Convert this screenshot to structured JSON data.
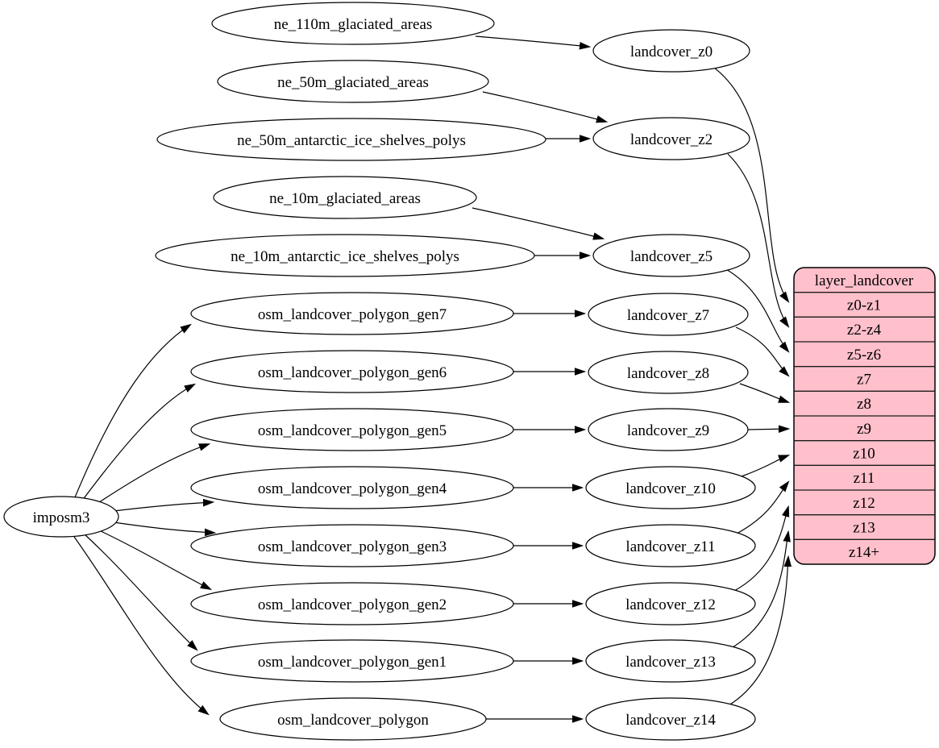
{
  "tool": {
    "label": "imposm3"
  },
  "sources": [
    "ne_110m_glaciated_areas",
    "ne_50m_glaciated_areas",
    "ne_50m_antarctic_ice_shelves_polys",
    "ne_10m_glaciated_areas",
    "ne_10m_antarctic_ice_shelves_polys",
    "osm_landcover_polygon_gen7",
    "osm_landcover_polygon_gen6",
    "osm_landcover_polygon_gen5",
    "osm_landcover_polygon_gen4",
    "osm_landcover_polygon_gen3",
    "osm_landcover_polygon_gen2",
    "osm_landcover_polygon_gen1",
    "osm_landcover_polygon"
  ],
  "intermediates": [
    "landcover_z0",
    "landcover_z2",
    "landcover_z5",
    "landcover_z7",
    "landcover_z8",
    "landcover_z9",
    "landcover_z10",
    "landcover_z11",
    "landcover_z12",
    "landcover_z13",
    "landcover_z14"
  ],
  "layer_table": {
    "title": "layer_landcover",
    "rows": [
      "z0-z1",
      "z2-z4",
      "z5-z6",
      "z7",
      "z8",
      "z9",
      "z10",
      "z11",
      "z12",
      "z13",
      "z14+"
    ]
  },
  "colors": {
    "layer_fill": "#ffc0cb",
    "node_fill": "#ffffff",
    "stroke": "#000000",
    "background": "#ffffff"
  },
  "edges": [
    {
      "from": "ne_110m_glaciated_areas",
      "to": "landcover_z0"
    },
    {
      "from": "ne_50m_glaciated_areas",
      "to": "landcover_z2"
    },
    {
      "from": "ne_50m_antarctic_ice_shelves_polys",
      "to": "landcover_z2"
    },
    {
      "from": "ne_10m_glaciated_areas",
      "to": "landcover_z5"
    },
    {
      "from": "ne_10m_antarctic_ice_shelves_polys",
      "to": "landcover_z5"
    },
    {
      "from": "osm_landcover_polygon_gen7",
      "to": "landcover_z7"
    },
    {
      "from": "osm_landcover_polygon_gen6",
      "to": "landcover_z8"
    },
    {
      "from": "osm_landcover_polygon_gen5",
      "to": "landcover_z9"
    },
    {
      "from": "osm_landcover_polygon_gen4",
      "to": "landcover_z10"
    },
    {
      "from": "osm_landcover_polygon_gen3",
      "to": "landcover_z11"
    },
    {
      "from": "osm_landcover_polygon_gen2",
      "to": "landcover_z12"
    },
    {
      "from": "osm_landcover_polygon_gen1",
      "to": "landcover_z13"
    },
    {
      "from": "osm_landcover_polygon",
      "to": "landcover_z14"
    },
    {
      "from": "imposm3",
      "to": "osm_landcover_polygon_gen7"
    },
    {
      "from": "imposm3",
      "to": "osm_landcover_polygon_gen6"
    },
    {
      "from": "imposm3",
      "to": "osm_landcover_polygon_gen5"
    },
    {
      "from": "imposm3",
      "to": "osm_landcover_polygon_gen4"
    },
    {
      "from": "imposm3",
      "to": "osm_landcover_polygon_gen3"
    },
    {
      "from": "imposm3",
      "to": "osm_landcover_polygon_gen2"
    },
    {
      "from": "imposm3",
      "to": "osm_landcover_polygon_gen1"
    },
    {
      "from": "imposm3",
      "to": "osm_landcover_polygon"
    },
    {
      "from": "landcover_z0",
      "to": "layer_landcover.z0-z1"
    },
    {
      "from": "landcover_z2",
      "to": "layer_landcover.z2-z4"
    },
    {
      "from": "landcover_z5",
      "to": "layer_landcover.z5-z6"
    },
    {
      "from": "landcover_z7",
      "to": "layer_landcover.z7"
    },
    {
      "from": "landcover_z8",
      "to": "layer_landcover.z8"
    },
    {
      "from": "landcover_z9",
      "to": "layer_landcover.z9"
    },
    {
      "from": "landcover_z10",
      "to": "layer_landcover.z10"
    },
    {
      "from": "landcover_z11",
      "to": "layer_landcover.z11"
    },
    {
      "from": "landcover_z12",
      "to": "layer_landcover.z12"
    },
    {
      "from": "landcover_z13",
      "to": "layer_landcover.z13"
    },
    {
      "from": "landcover_z14",
      "to": "layer_landcover.z14+"
    }
  ]
}
